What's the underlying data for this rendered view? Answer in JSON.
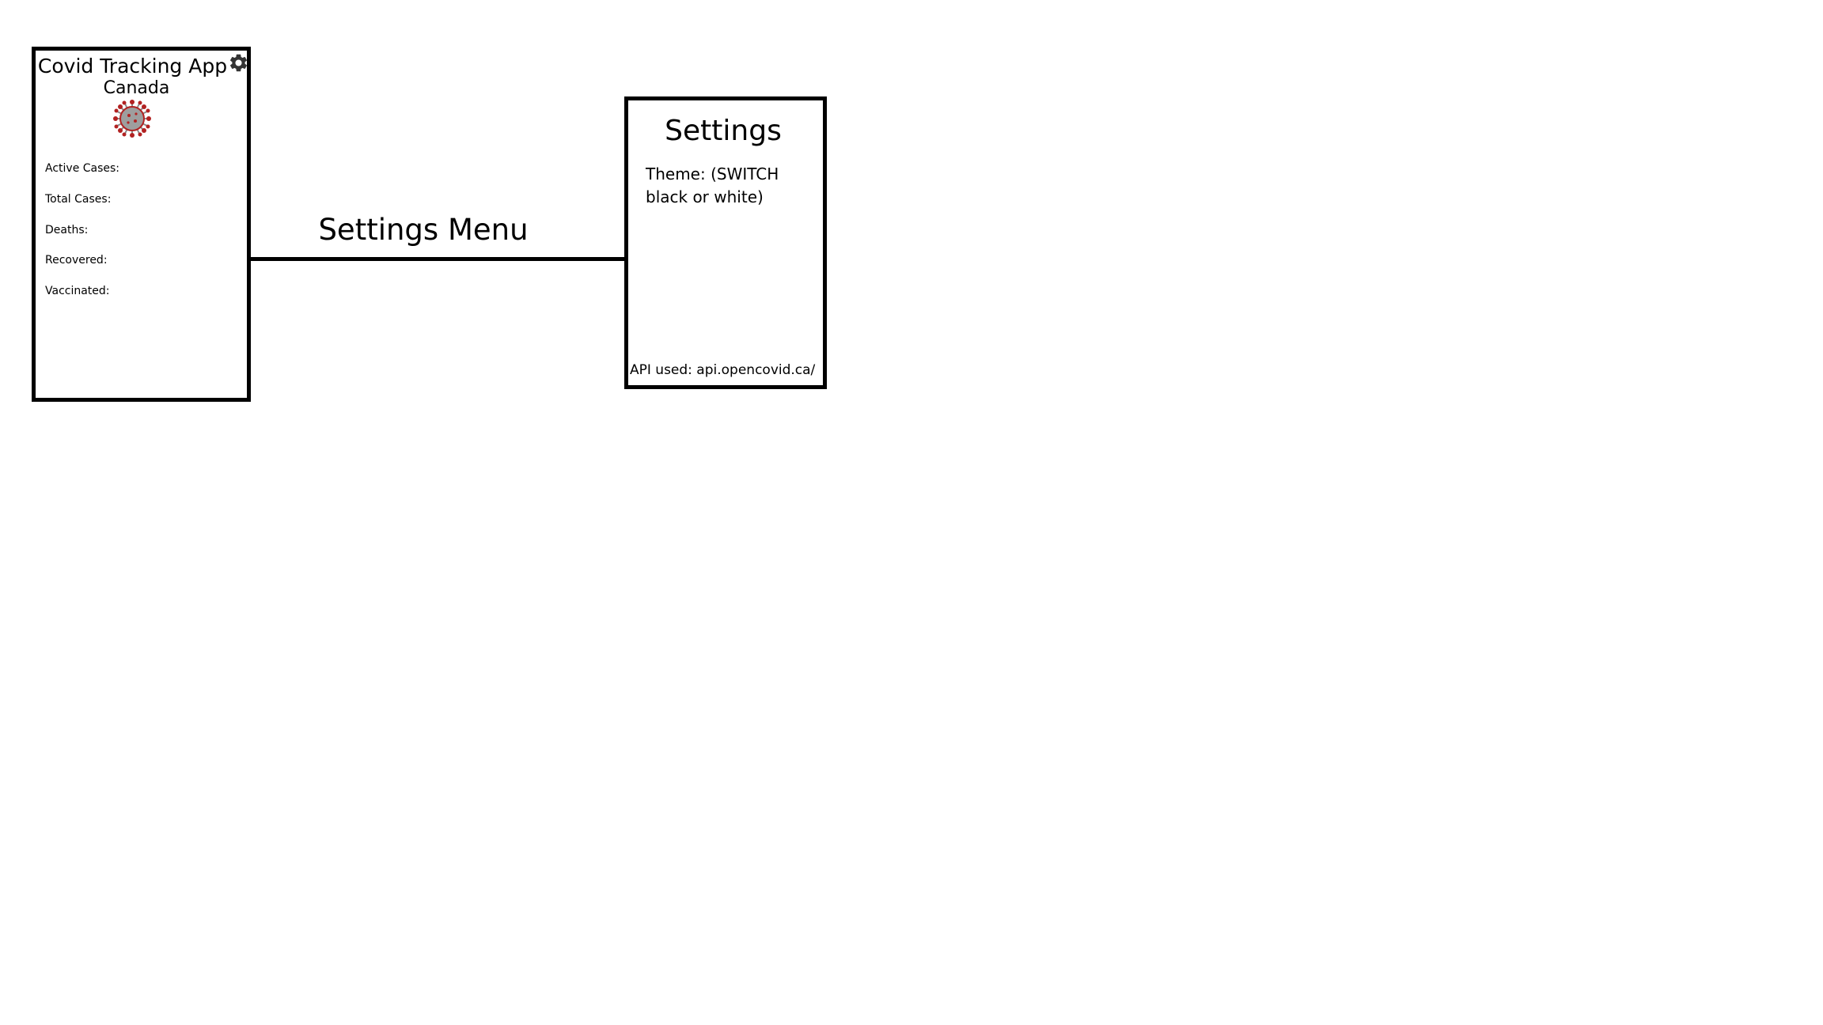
{
  "main_screen": {
    "title": "Covid Tracking App",
    "subtitle": "Canada",
    "settings_icon": "gear-icon",
    "logo_icon": "virus-icon",
    "stats": [
      {
        "label": "Active Cases:"
      },
      {
        "label": "Total Cases:"
      },
      {
        "label": "Deaths:"
      },
      {
        "label": "Recovered:"
      },
      {
        "label": "Vaccinated:"
      }
    ]
  },
  "connector": {
    "label": "Settings Menu"
  },
  "settings_screen": {
    "title": "Settings",
    "theme_text": "Theme: (SWITCH black or white)",
    "api_text": "API used: api.opencovid.ca/"
  },
  "colors": {
    "stroke": "#000000",
    "background": "#ffffff",
    "virus_red": "#b22222",
    "virus_gray": "#8a8a8a",
    "gear": "#333333"
  }
}
